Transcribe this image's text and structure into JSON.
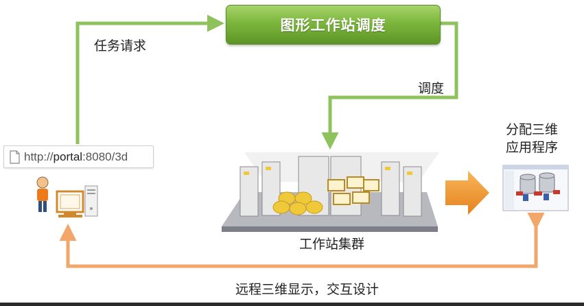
{
  "nodes": {
    "scheduler": "图形工作站调度",
    "task_request": "任务请求",
    "schedule": "调度",
    "distribute": "分配三维\n应用程序",
    "cluster": "工作站集群",
    "remote": "远程三维显示，交互设计"
  },
  "url": {
    "scheme": "http://",
    "host": "portal",
    "rest": ":8080/3d"
  },
  "colors": {
    "green_arrow": "#8dc25c",
    "orange_arrow": "#f3a66a",
    "scheduler_fill": "#7cb63d",
    "big_orange_arrow": "#f29a2e"
  }
}
